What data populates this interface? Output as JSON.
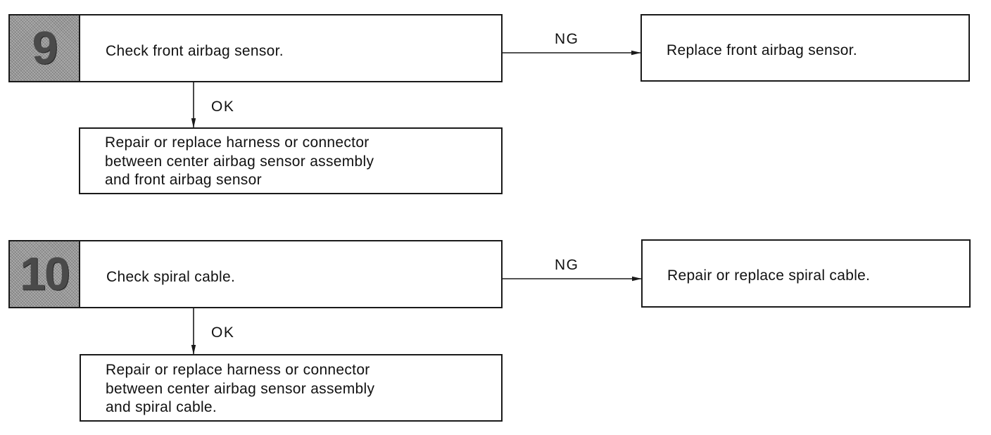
{
  "steps": [
    {
      "number": "9",
      "check": "Check front airbag sensor.",
      "ng_label": "NG",
      "ng_action": "Replace front airbag sensor.",
      "ok_label": "OK",
      "ok_action": [
        "Repair or replace harness or connector",
        "between center airbag sensor assembly",
        "and front airbag sensor"
      ]
    },
    {
      "number": "10",
      "check": "Check spiral cable.",
      "ng_label": "NG",
      "ng_action": "Repair or replace spiral cable.",
      "ok_label": "OK",
      "ok_action": [
        "Repair or replace harness or connector",
        "between center airbag sensor assembly",
        "and spiral cable."
      ]
    }
  ]
}
